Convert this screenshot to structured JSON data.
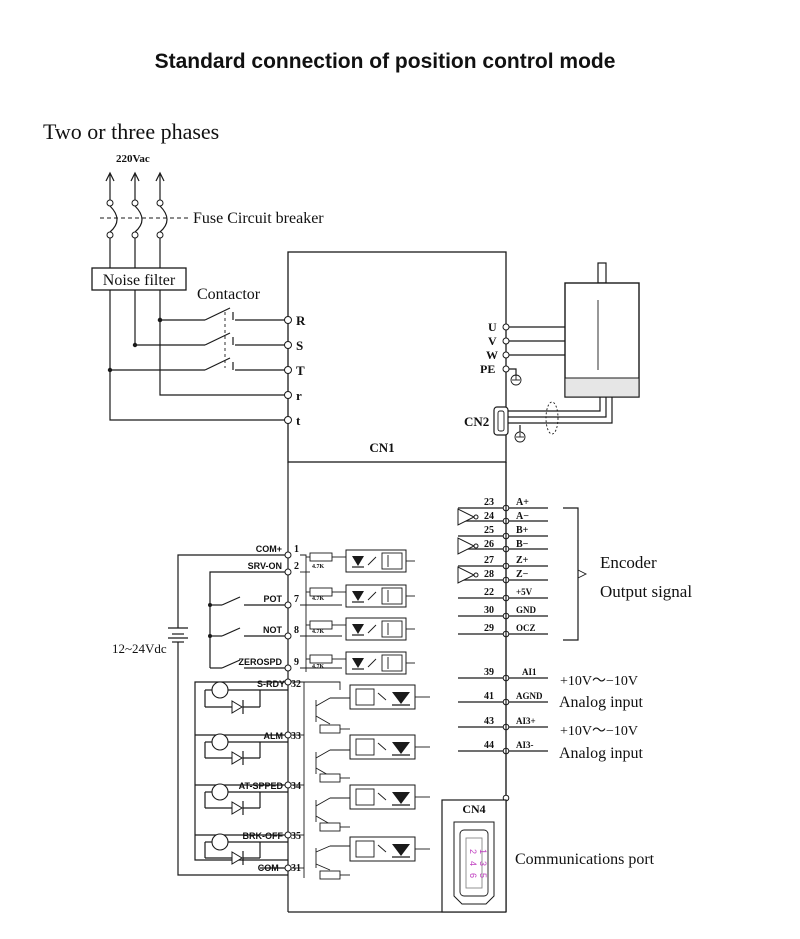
{
  "title": "Standard connection of position control mode",
  "power": {
    "phases_label": "Two or three phases",
    "voltage_label": "220Vac",
    "breaker_label": "Fuse Circuit breaker",
    "filter_label": "Noise filter",
    "contactor_label": "Contactor",
    "terminals": [
      "R",
      "S",
      "T",
      "r",
      "t"
    ]
  },
  "motor": {
    "terminals": [
      "U",
      "V",
      "W",
      "PE"
    ],
    "encoder_connector": "CN2"
  },
  "cn1_label": "CN1",
  "encoder_outputs": {
    "pins": [
      {
        "num": "23",
        "name": "A+"
      },
      {
        "num": "24",
        "name": "A−"
      },
      {
        "num": "25",
        "name": "B+"
      },
      {
        "num": "26",
        "name": "B−"
      },
      {
        "num": "27",
        "name": "Z+"
      },
      {
        "num": "28",
        "name": "Z−"
      },
      {
        "num": "22",
        "name": "+5V"
      },
      {
        "num": "30",
        "name": "GND"
      },
      {
        "num": "29",
        "name": "OCZ"
      }
    ],
    "label_line1": "Encoder",
    "label_line2": "Output signal"
  },
  "analog": {
    "pins": [
      {
        "num": "39",
        "name": "AI1"
      },
      {
        "num": "41",
        "name": "AGND"
      },
      {
        "num": "43",
        "name": "AI3+"
      },
      {
        "num": "44",
        "name": "AI3-"
      }
    ],
    "range1": "+10V～−10V",
    "label1": "Analog input",
    "range2": "+10V～−10V",
    "label2": "Analog input"
  },
  "inputs": {
    "supply_label": "12~24Vdc",
    "resistor_label": "4.7K",
    "pins": [
      {
        "num": "1",
        "name": "COM+"
      },
      {
        "num": "2",
        "name": "SRV-ON"
      },
      {
        "num": "7",
        "name": "POT"
      },
      {
        "num": "8",
        "name": "NOT"
      },
      {
        "num": "9",
        "name": "ZEROSPD"
      }
    ]
  },
  "outputs": {
    "pins": [
      {
        "num": "32",
        "name": "S-RDY"
      },
      {
        "num": "33",
        "name": "ALM"
      },
      {
        "num": "34",
        "name": "AT-SPPED"
      },
      {
        "num": "35",
        "name": "BRK-OFF"
      },
      {
        "num": "31",
        "name": "COM−"
      }
    ]
  },
  "comm": {
    "connector": "CN4",
    "label": "Communications port",
    "pin_digits": [
      "1",
      "3",
      "5",
      "2",
      "4",
      "6"
    ]
  }
}
